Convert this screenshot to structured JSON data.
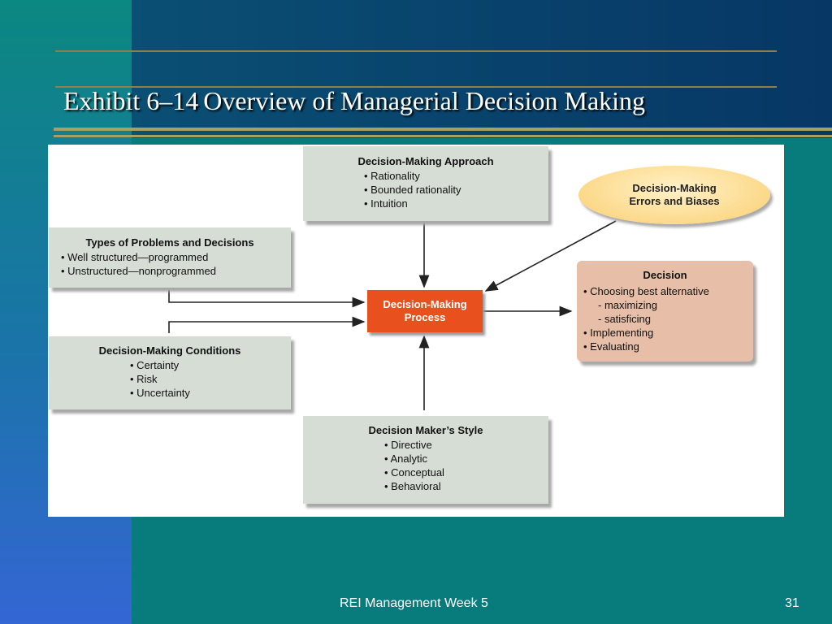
{
  "slide": {
    "title_part1": "Exhibit 6–14",
    "title_part2": "Overview of  Managerial Decision Making",
    "footer_text": "REI Management Week 5",
    "page_number": "31"
  },
  "diagram": {
    "approach": {
      "title": "Decision-Making Approach",
      "items": [
        "• Rationality",
        "• Bounded rationality",
        "• Intuition"
      ]
    },
    "problems": {
      "title": "Types of Problems and Decisions",
      "items": [
        "• Well structured—programmed",
        "• Unstructured—nonprogrammed"
      ]
    },
    "conditions": {
      "title": "Decision-Making Conditions",
      "items": [
        "• Certainty",
        "• Risk",
        "• Uncertainty"
      ]
    },
    "style": {
      "title": "Decision Maker’s Style",
      "items": [
        "• Directive",
        "• Analytic",
        "• Conceptual",
        "• Behavioral"
      ]
    },
    "process": {
      "line1": "Decision-Making",
      "line2": "Process"
    },
    "errors": {
      "line1": "Decision-Making",
      "line2": "Errors and Biases"
    },
    "decision": {
      "title": "Decision",
      "items": [
        "• Choosing best alternative",
        "- maximizing",
        "- satisficing",
        "• Implementing",
        "• Evaluating"
      ]
    }
  },
  "colors": {
    "process_fill": "#e8501e",
    "box_fill": "#d5ddd5",
    "decision_fill": "#e7bfa8",
    "errors_fill": "#fcd98a"
  }
}
